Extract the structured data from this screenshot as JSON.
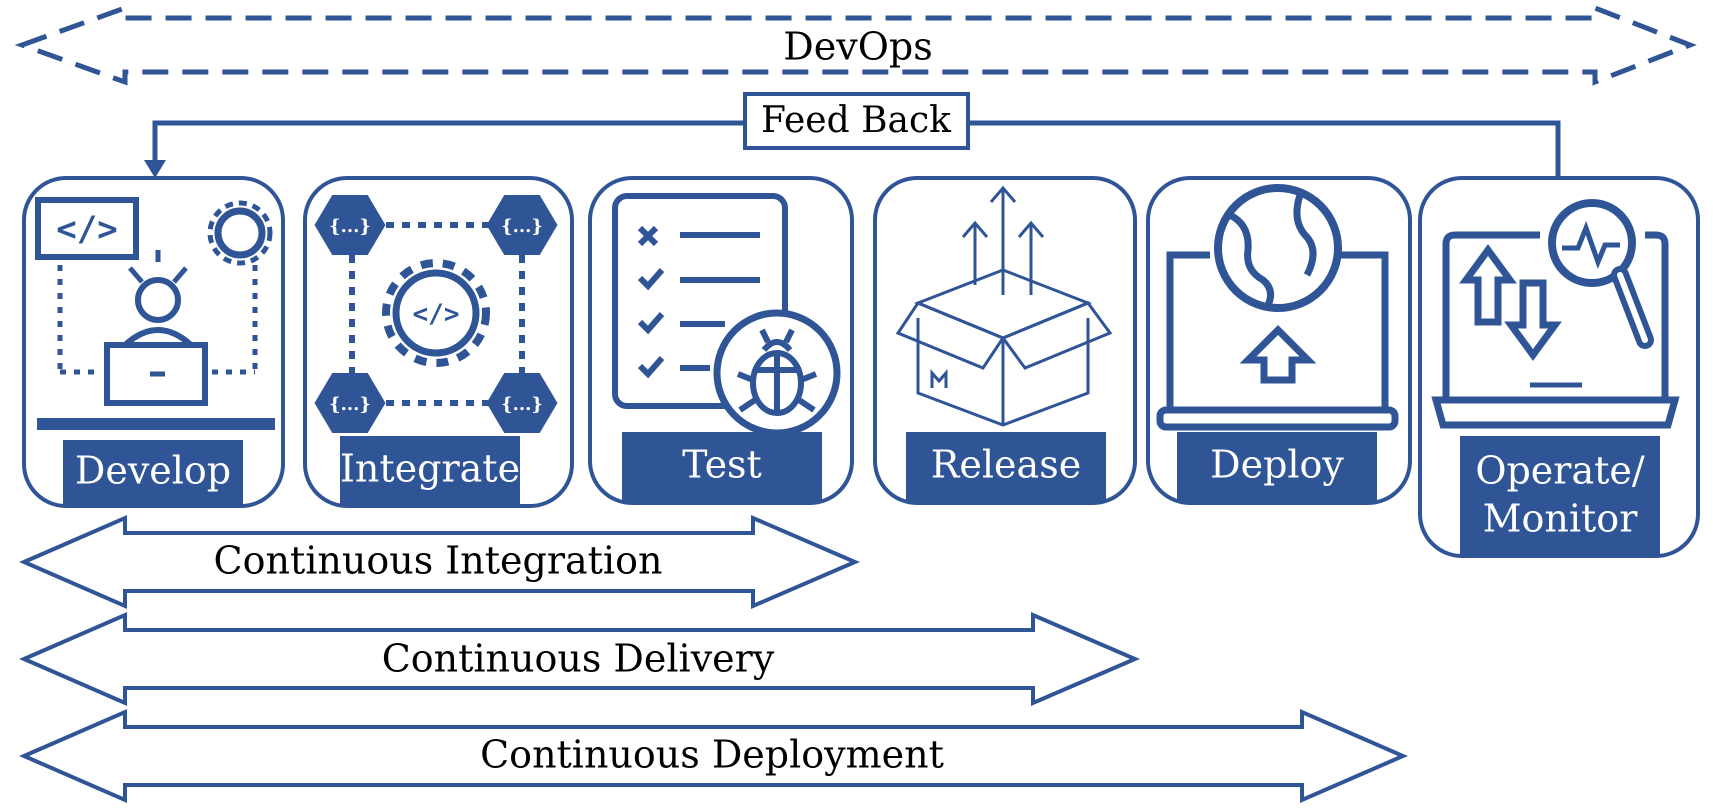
{
  "colors": {
    "primary": "#2f5597",
    "text": "#000000",
    "label_text": "#ffffff",
    "background": "#ffffff"
  },
  "top_arrow": {
    "label": "DevOps",
    "style": "dashed-double-arrow"
  },
  "feedback": {
    "label": "Feed Back"
  },
  "stages": [
    {
      "label": "Develop",
      "icon": "developer-at-laptop-icon"
    },
    {
      "label": "Integrate",
      "icon": "code-gear-integration-icon"
    },
    {
      "label": "Test",
      "icon": "checklist-bug-icon"
    },
    {
      "label": "Release",
      "icon": "open-box-release-icon"
    },
    {
      "label": "Deploy",
      "icon": "globe-laptop-upload-icon"
    },
    {
      "label_line1": "Operate/",
      "label_line2": "Monitor",
      "icon": "laptop-monitor-magnifier-icon"
    }
  ],
  "spans": [
    {
      "label": "Continuous Integration",
      "covers": [
        "Develop",
        "Integrate",
        "Test"
      ]
    },
    {
      "label": "Continuous Delivery",
      "covers": [
        "Develop",
        "Integrate",
        "Test",
        "Release"
      ]
    },
    {
      "label": "Continuous Deployment",
      "covers": [
        "Develop",
        "Integrate",
        "Test",
        "Release",
        "Deploy"
      ]
    }
  ]
}
